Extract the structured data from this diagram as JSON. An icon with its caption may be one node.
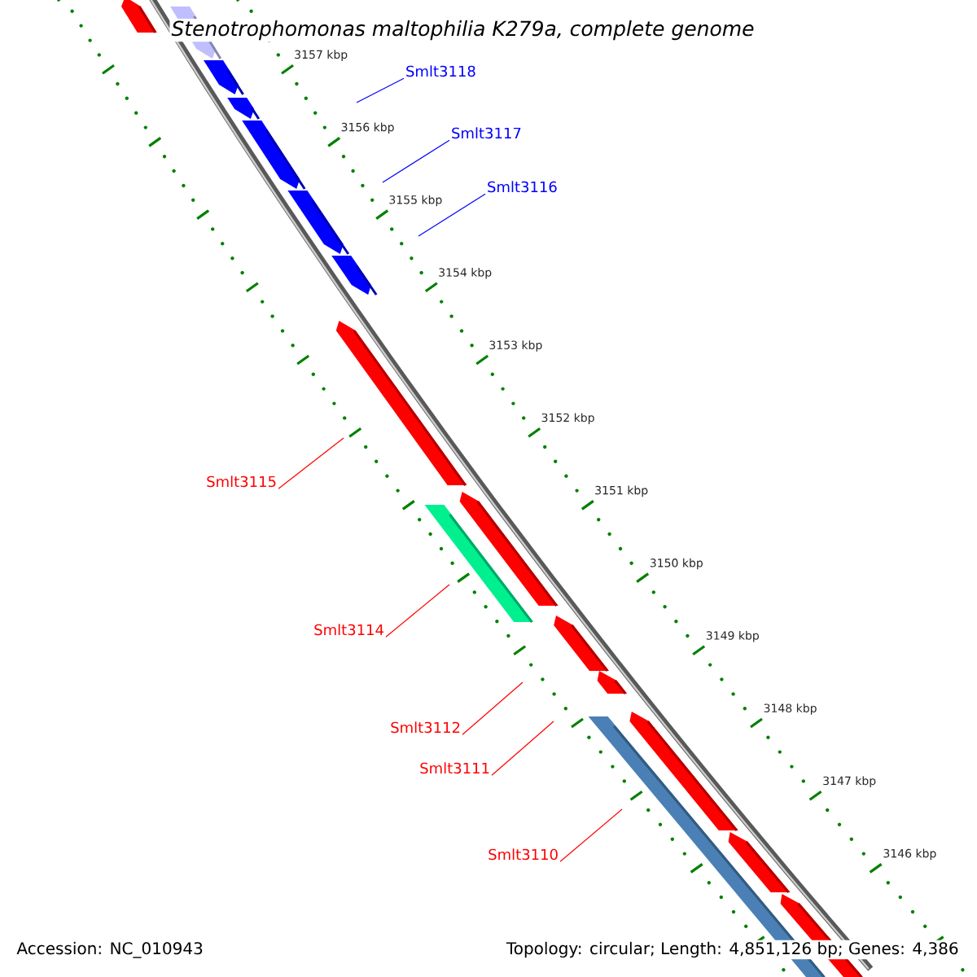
{
  "diagram": {
    "title": "*Stenotrophomonas maltophilia* K279a, complete genome",
    "nodes": [
      {
        "text": [
          "Smlt3118"
        ]
      },
      {
        "text": [
          "Smlt3117"
        ]
      },
      {
        "text": [
          "Smlt3116"
        ]
      },
      {
        "text": [
          "Smlt3115"
        ]
      },
      {
        "text": [
          "Smlt3114"
        ]
      },
      {
        "text": [
          "Smlt3112"
        ]
      },
      {
        "text": [
          "Smlt3111"
        ]
      },
      {
        "text": [
          "Smlt3110"
        ]
      }
    ],
    "edges": [
      {
        "from": 0,
        "to": null,
        "arrow": "none",
        "color": "#0000ff"
      },
      {
        "from": 1,
        "to": null,
        "arrow": "none",
        "color": "#0000ff"
      },
      {
        "from": 2,
        "to": null,
        "arrow": "none",
        "color": "#0000ff"
      },
      {
        "from": 3,
        "to": null,
        "arrow": "none"
      },
      {
        "from": 4,
        "to": null,
        "arrow": "none"
      },
      {
        "from": 5,
        "to": null,
        "arrow": "none"
      },
      {
        "from": 6,
        "to": null,
        "arrow": "none"
      },
      {
        "from": 7,
        "to": null,
        "arrow": "none"
      }
    ],
    "labels": [
      "3157 kbp",
      "3156 kbp",
      "3155 kbp",
      "3154 kbp",
      "3153 kbp",
      "3152 kbp",
      "3151 kbp",
      "3150 kbp",
      "3149 kbp",
      "3148 kbp",
      "3147 kbp",
      "3146 kbp",
      "Accession: NC_010943",
      "Topology: circular; Length: 4,851,126 bp; Genes: 4,386"
    ]
  }
}
